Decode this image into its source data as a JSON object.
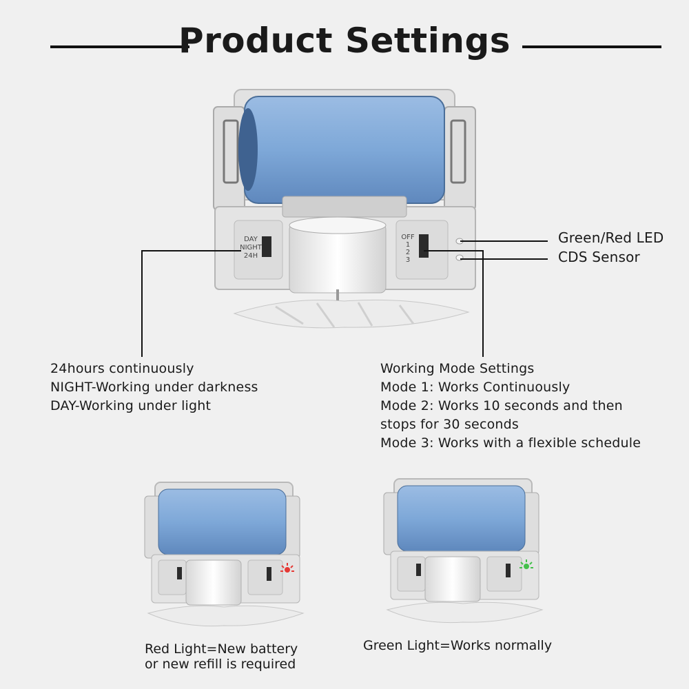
{
  "title": "Product Settings",
  "device": {
    "left_switch_labels": [
      "DAY",
      "NIGHT",
      "24H"
    ],
    "right_switch_labels": [
      "OFF",
      "1",
      "2",
      "3"
    ]
  },
  "callouts": {
    "led": "Green/Red LED",
    "sensor": "CDS Sensor"
  },
  "left_notes": [
    "24hours continuously",
    "NIGHT-Working under darkness",
    "DAY-Working under light"
  ],
  "right_notes": [
    "Working Mode Settings",
    "Mode 1: Works Continuously",
    "Mode 2: Works 10 seconds and then",
    "stops for 30 seconds",
    "Mode 3: Works with a flexible schedule"
  ],
  "captions": {
    "red": [
      "Red Light=New battery",
      "or new refill is required"
    ],
    "green": "Green Light=Works normally"
  },
  "colors": {
    "battery": "#7fa9d8",
    "housing": "#dcdcdc",
    "red_led": "#e53935",
    "green_led": "#43c04a"
  }
}
